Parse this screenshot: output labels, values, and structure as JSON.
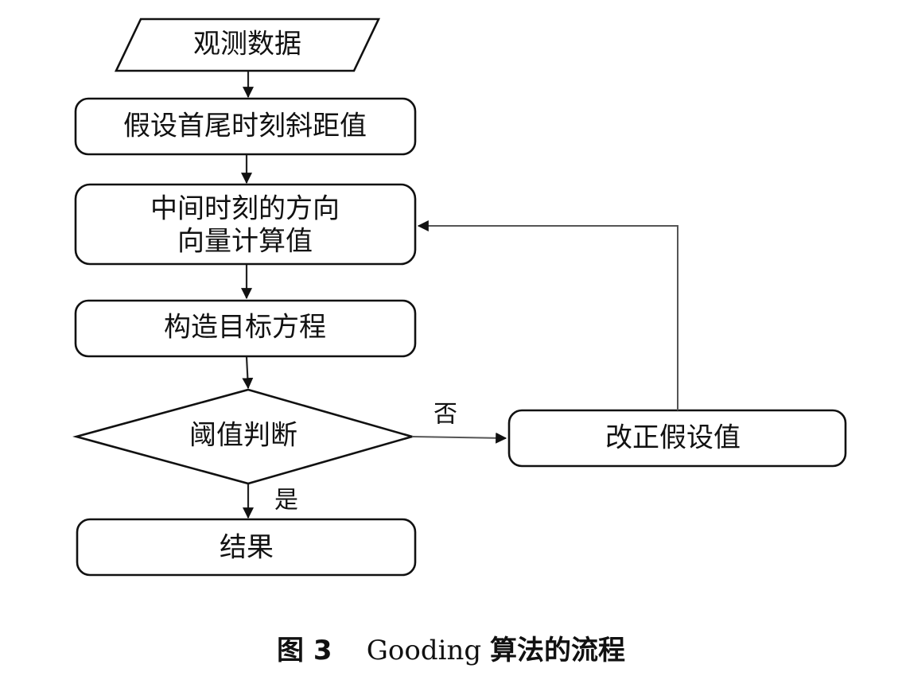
{
  "diagram": {
    "nodes": {
      "input": {
        "label": "观测数据",
        "shape": "parallelogram"
      },
      "assume": {
        "label": "假设首尾时刻斜距值",
        "shape": "rounded-rect"
      },
      "direction_line1": {
        "label": "中间时刻的方向"
      },
      "direction_line2": {
        "label": "向量计算值"
      },
      "construct": {
        "label": "构造目标方程",
        "shape": "rounded-rect"
      },
      "judge": {
        "label": "阈值判断",
        "shape": "diamond"
      },
      "correct": {
        "label": "改正假设值",
        "shape": "rounded-rect"
      },
      "result": {
        "label": "结果",
        "shape": "rounded-rect"
      }
    },
    "edges": [
      {
        "from": "input",
        "to": "assume",
        "label": ""
      },
      {
        "from": "assume",
        "to": "direction",
        "label": ""
      },
      {
        "from": "direction",
        "to": "construct",
        "label": ""
      },
      {
        "from": "construct",
        "to": "judge",
        "label": ""
      },
      {
        "from": "judge",
        "to": "correct",
        "label": "否"
      },
      {
        "from": "judge",
        "to": "result",
        "label": "是"
      },
      {
        "from": "correct",
        "to": "direction",
        "label": ""
      }
    ],
    "edge_labels": {
      "no": "否",
      "yes": "是"
    }
  },
  "caption": {
    "figure_label": "图 3",
    "title_latin": "Gooding",
    "title_cjk": "算法的流程"
  }
}
